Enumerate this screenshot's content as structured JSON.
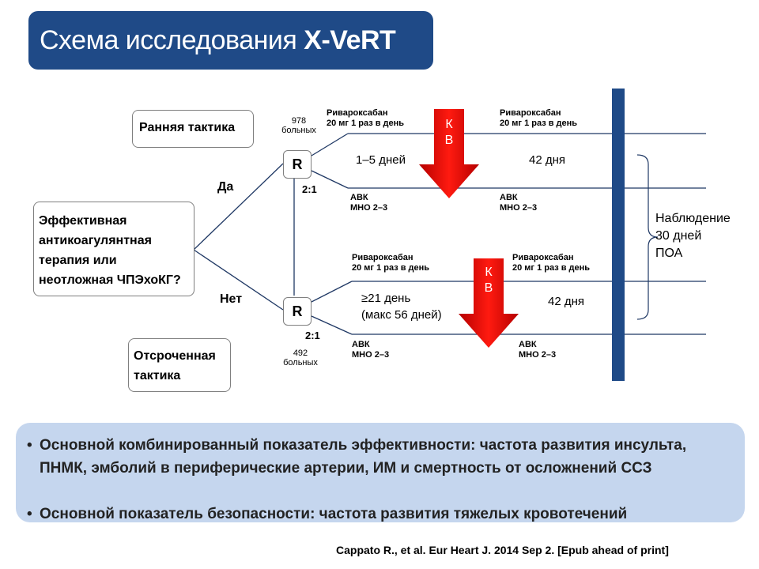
{
  "title": {
    "main": "Схема исследования ",
    "bold": "X-VeRT"
  },
  "boxes": {
    "early": "Ранняя тактика",
    "question": [
      "Эффективная",
      "антикоагулянтная",
      "терапия или",
      "неотложная ЧПЭхоКГ?"
    ],
    "delayed": [
      "Отсроченная",
      "тактика"
    ]
  },
  "branch": {
    "yes": "Да",
    "no": "Нет"
  },
  "randomization": {
    "label": "R",
    "ratio": "2:1"
  },
  "counts": {
    "top": [
      "978",
      "больных"
    ],
    "bottom": [
      "492",
      "больных"
    ]
  },
  "drugs": {
    "riva": [
      "Ривароксабан",
      "20 мг 1 раз в день"
    ],
    "vka": [
      "АВК",
      "МНО 2–3"
    ]
  },
  "durations": {
    "top_pre": "1–5 дней",
    "top_post": "42 дня",
    "bottom_pre": [
      "≥21 день",
      "(макс 56 дней)"
    ],
    "bottom_post": "42 дня"
  },
  "kv": [
    "К",
    "В"
  ],
  "followup": [
    "Наблюдение",
    "30 дней",
    "ПОА"
  ],
  "bullets": [
    "Основной комбинированный показатель эффективности: частота развития инсульта, ПНМК, эмболий в периферические артерии, ИМ и смертность от осложнений ССЗ",
    "Основной показатель безопасности: частота развития тяжелых кровотечений"
  ],
  "citation": "Cappato R., et al. Eur Heart J. 2014 Sep 2. [Epub ahead of print]",
  "colors": {
    "title_bg": "#1f4a87",
    "bar": "#1f4a87",
    "arrow": "#e8140c",
    "bottom_bg": "#c5d6ee"
  }
}
